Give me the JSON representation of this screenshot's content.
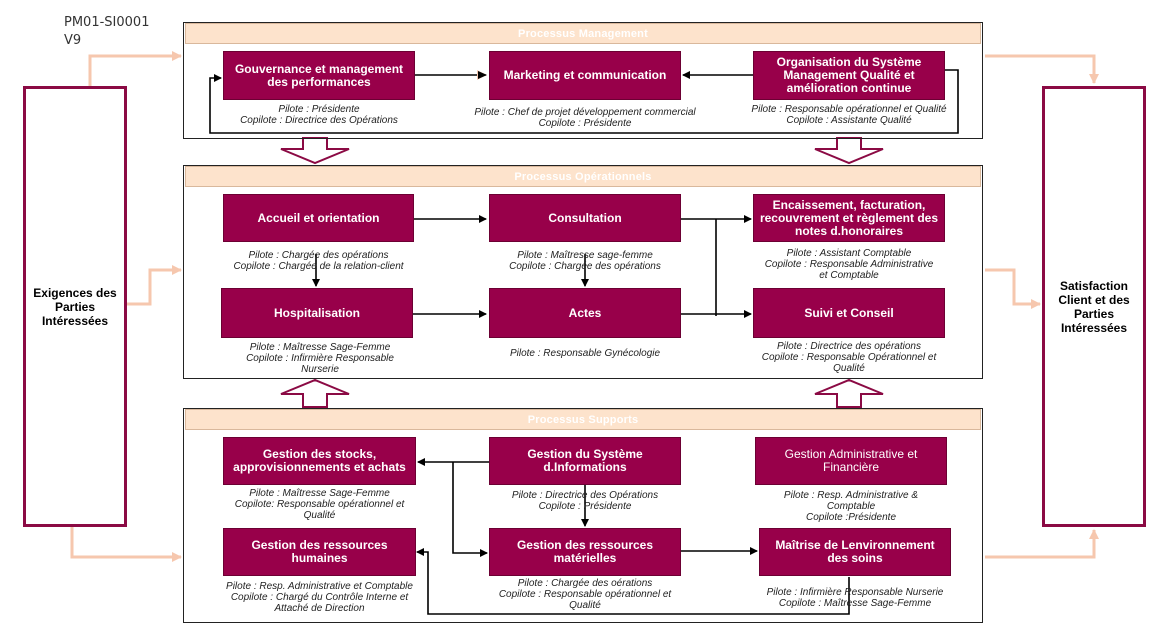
{
  "document": {
    "reference": "PM01-SI0001",
    "version": "V9"
  },
  "inputs": {
    "label": "Exigences des Parties Intéressées"
  },
  "outputs": {
    "label": "Satisfaction Client et des Parties Intéressées"
  },
  "management": {
    "title": "Processus Management",
    "gouvernance": {
      "label": "Gouvernance et management des performances",
      "pilote": "Pilote : Présidente",
      "copilote": "Copilote : Directrice des Opérations"
    },
    "marketing": {
      "label": "Marketing et communication",
      "pilote": "Pilote : Chef de projet développement commercial",
      "copilote": "Copilote : Présidente"
    },
    "organisation": {
      "label": "Organisation du Système Management Qualité et amélioration continue",
      "pilote": "Pilote : Responsable opérationnel et Qualité",
      "copilote": "Copilote : Assistante Qualité"
    }
  },
  "operationnels": {
    "title": "Processus Opérationnels",
    "accueil": {
      "label": "Accueil et orientation",
      "pilote": "Pilote : Chargée des opérations",
      "copilote": "Copilote : Chargée de la relation-client"
    },
    "consultation": {
      "label": "Consultation",
      "pilote": "Pilote : Maîtresse sage-femme",
      "copilote": "Copilote : Chargée des opérations"
    },
    "encaissement": {
      "label": "Encaissement, facturation, recouvrement et règlement des notes d.honoraires",
      "pilote": "Pilote : Assistant Comptable",
      "copilote_1": "Copilote : Responsable Administrative",
      "copilote_2": "et Comptable"
    },
    "hospitalisation": {
      "label": "Hospitalisation",
      "pilote": "Pilote : Maîtresse Sage-Femme",
      "copilote_1": "Copilote : Infirmière Responsable",
      "copilote_2": "Nurserie"
    },
    "actes": {
      "label": "Actes",
      "pilote": "Pilote : Responsable Gynécologie"
    },
    "suivi": {
      "label": "Suivi et Conseil",
      "pilote": "Pilote : Directrice des opérations",
      "copilote_1": "Copilote : Responsable Opérationnel et",
      "copilote_2": "Qualité"
    }
  },
  "supports": {
    "title": "Processus Supports",
    "stocks": {
      "label": "Gestion des stocks, approvisionnements et achats",
      "pilote": "Pilote : Maîtresse Sage-Femme",
      "copilote_1": "Copilote: Responsable opérationnel et",
      "copilote_2": "Qualité"
    },
    "si": {
      "label": "Gestion du Système d.Informations",
      "pilote": "Pilote : Directrice des Opérations",
      "copilote": "Copilote : Présidente"
    },
    "admin": {
      "label": "Gestion Administrative et Financière",
      "pilote_1": "Pilote : Resp. Administrative &",
      "pilote_2": "Comptable",
      "copilote": "Copilote :Présidente"
    },
    "rh": {
      "label": "Gestion des ressources humaines",
      "pilote": "Pilote : Resp. Administrative et Comptable",
      "copilote_1": "Copilote : Chargé du Contrôle Interne et",
      "copilote_2": "Attaché de Direction"
    },
    "materielles": {
      "label": "Gestion des ressources matérielles",
      "pilote": "Pilote : Chargée des oérations",
      "copilote_1": "Copilote : Responsable opérationnel et",
      "copilote_2": "Qualité"
    },
    "environnement": {
      "label": "Maîtrise de Lenvironnement des soins",
      "pilote": "Pilote :  Infirmière Responsable Nurserie",
      "copilote": "Copilote : Maîtresse Sage-Femme"
    }
  },
  "colors": {
    "process_box": "#98004a",
    "side_border": "#8b0a44",
    "band": "#fde3cc",
    "flow_arrow": "#f6c7ae",
    "connector": "#000000"
  }
}
